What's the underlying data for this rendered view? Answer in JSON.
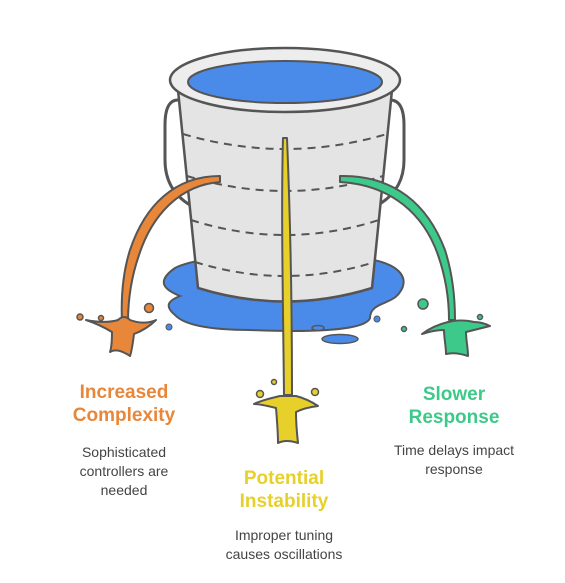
{
  "items": [
    {
      "title_line1": "Increased",
      "title_line2": "Complexity",
      "desc_line1": "Sophisticated",
      "desc_line2": "controllers are",
      "desc_line3": "needed",
      "color": "#E8873A"
    },
    {
      "title_line1": "Potential",
      "title_line2": "Instability",
      "desc_line1": "Improper tuning",
      "desc_line2": "causes oscillations",
      "color": "#E8D02A"
    },
    {
      "title_line1": "Slower",
      "title_line2": "Response",
      "desc_line1": "Time delays impact",
      "desc_line2": "response",
      "color": "#3DC98A"
    }
  ],
  "colors": {
    "water": "#4A8BEA",
    "bucket": "#E4E4E4",
    "outline": "#555555"
  },
  "icons": [
    "bucket-icon",
    "water-puddle-icon"
  ]
}
